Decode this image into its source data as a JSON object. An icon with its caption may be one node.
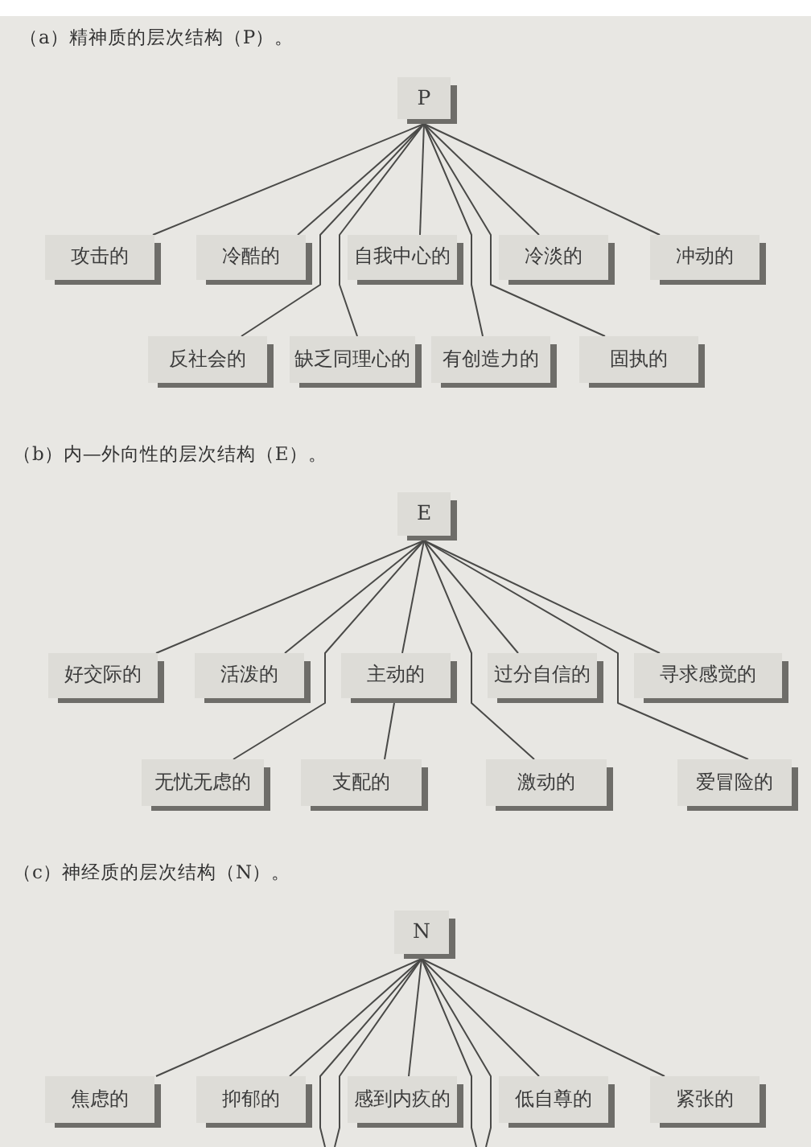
{
  "diagram": {
    "nodes": [
      {
        "text": [
          "P"
        ]
      },
      {
        "text": [
          "攻击的"
        ]
      },
      {
        "text": [
          "冷酷的"
        ]
      },
      {
        "text": [
          "自我中心的"
        ]
      },
      {
        "text": [
          "冷淡的"
        ]
      },
      {
        "text": [
          "冲动的"
        ]
      },
      {
        "text": [
          "反社会的"
        ]
      },
      {
        "text": [
          "缺乏同理心的"
        ]
      },
      {
        "text": [
          "有创造力的"
        ]
      },
      {
        "text": [
          "固执的"
        ]
      },
      {
        "text": [
          "E"
        ]
      },
      {
        "text": [
          "好交际的"
        ]
      },
      {
        "text": [
          "活泼的"
        ]
      },
      {
        "text": [
          "主动的"
        ]
      },
      {
        "text": [
          "过分自信的"
        ]
      },
      {
        "text": [
          "寻求感觉的"
        ]
      },
      {
        "text": [
          "无忧无虑的"
        ]
      },
      {
        "text": [
          "支配的"
        ]
      },
      {
        "text": [
          "激动的"
        ]
      },
      {
        "text": [
          "爱冒险的"
        ]
      },
      {
        "text": [
          "N"
        ]
      },
      {
        "text": [
          "焦虑的"
        ]
      },
      {
        "text": [
          "抑郁的"
        ]
      },
      {
        "text": [
          "感到内疚的"
        ]
      },
      {
        "text": [
          "低自尊的"
        ]
      },
      {
        "text": [
          "紧张的"
        ]
      }
    ],
    "edges": [
      {
        "from": 0,
        "to": 1,
        "arrow": "none"
      },
      {
        "from": 0,
        "to": 2,
        "arrow": "none"
      },
      {
        "from": 0,
        "to": 3,
        "arrow": "none"
      },
      {
        "from": 0,
        "to": 4,
        "arrow": "none"
      },
      {
        "from": 0,
        "to": 5,
        "arrow": "none"
      },
      {
        "from": 0,
        "to": 6,
        "arrow": "none"
      },
      {
        "from": 0,
        "to": 7,
        "arrow": "none"
      },
      {
        "from": 0,
        "to": 8,
        "arrow": "none"
      },
      {
        "from": 0,
        "to": 9,
        "arrow": "none"
      },
      {
        "from": 10,
        "to": 11,
        "arrow": "none"
      },
      {
        "from": 10,
        "to": 12,
        "arrow": "none"
      },
      {
        "from": 10,
        "to": 13,
        "arrow": "none"
      },
      {
        "from": 10,
        "to": 14,
        "arrow": "none"
      },
      {
        "from": 10,
        "to": 15,
        "arrow": "none"
      },
      {
        "from": 10,
        "to": 16,
        "arrow": "none"
      },
      {
        "from": 13,
        "to": 17,
        "arrow": "none"
      },
      {
        "from": 10,
        "to": 18,
        "arrow": "none"
      },
      {
        "from": 10,
        "to": 19,
        "arrow": "none"
      },
      {
        "from": 20,
        "to": 21,
        "arrow": "none"
      },
      {
        "from": 20,
        "to": 22,
        "arrow": "none"
      },
      {
        "from": 20,
        "to": 23,
        "arrow": "none"
      },
      {
        "from": 20,
        "to": 24,
        "arrow": "none"
      },
      {
        "from": 20,
        "to": 25,
        "arrow": "none"
      },
      {
        "from": 20,
        "to": null,
        "arrow": "none"
      },
      {
        "from": 20,
        "to": null,
        "arrow": "none"
      },
      {
        "from": 20,
        "to": null,
        "arrow": "none"
      },
      {
        "from": 20,
        "to": null,
        "arrow": "none"
      }
    ],
    "labels": [
      "（a）精神质的层次结构（P）。",
      "（b）内—外向性的层次结构（E）。",
      "（c）神经质的层次结构（N）。"
    ]
  }
}
